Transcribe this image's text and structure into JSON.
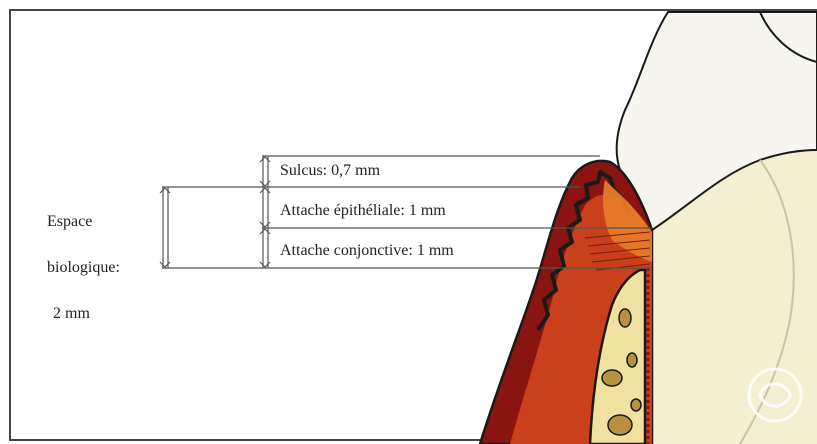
{
  "labels": {
    "sulcus": "Sulcus: 0,7 mm",
    "epithelial_attachment": "Attache épithéliale: 1 mm",
    "connective_attachment": "Attache conjonctive: 1 mm",
    "biological_width_line1": "Espace",
    "biological_width_line2": "biologique:",
    "biological_width_line3": "2 mm"
  },
  "colors": {
    "gingiva_outer": "#8a1410",
    "gingiva_inner": "#c9401a",
    "epithelium": "#e3701f",
    "tooth": "#f6f4e8",
    "bone": "#efe2a0",
    "bone_marrow": "#b89040",
    "outline": "#1a1a1a",
    "line": "#555555"
  },
  "icons": {
    "watermark": "circle-watermark-icon"
  }
}
